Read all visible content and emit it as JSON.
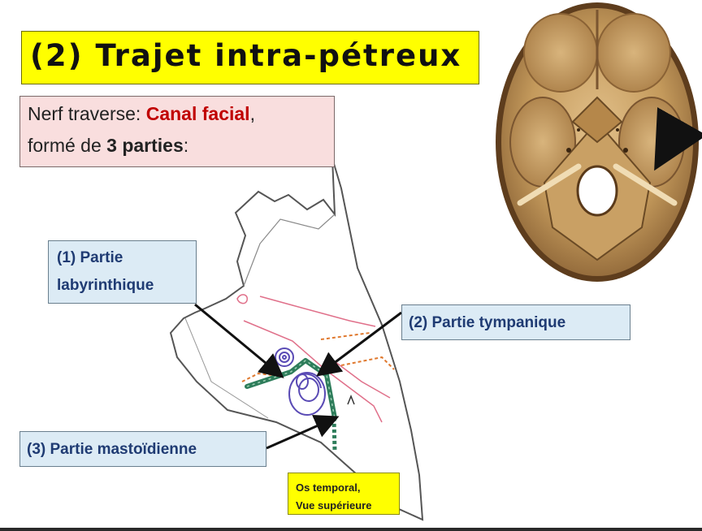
{
  "title": "(2) Trajet intra-pétreux",
  "intro": {
    "line1_prefix": "Nerf traverse: ",
    "line1_highlight": "Canal facial",
    "line1_suffix": ",",
    "line2_prefix": "formé de ",
    "line2_bold": "3 parties",
    "line2_suffix": ":"
  },
  "labels": {
    "labyrinthique_line1": "(1) Partie",
    "labyrinthique_line2": "labyrinthique",
    "tympanique": "(2) Partie tympanique",
    "mastoidienne": "(3) Partie mastoïdienne"
  },
  "caption": {
    "line1": "Os temporal,",
    "line2": "Vue supérieure"
  },
  "colors": {
    "title_bg": "#ffff00",
    "intro_bg": "#f9dede",
    "highlight_red": "#c00000",
    "label_bg": "#dcebf5",
    "label_text": "#1f3b73",
    "nerve_green": "#2e7d5b",
    "inner_ear_purple": "#5a4bb5",
    "bone_tan": "#b08a55"
  }
}
